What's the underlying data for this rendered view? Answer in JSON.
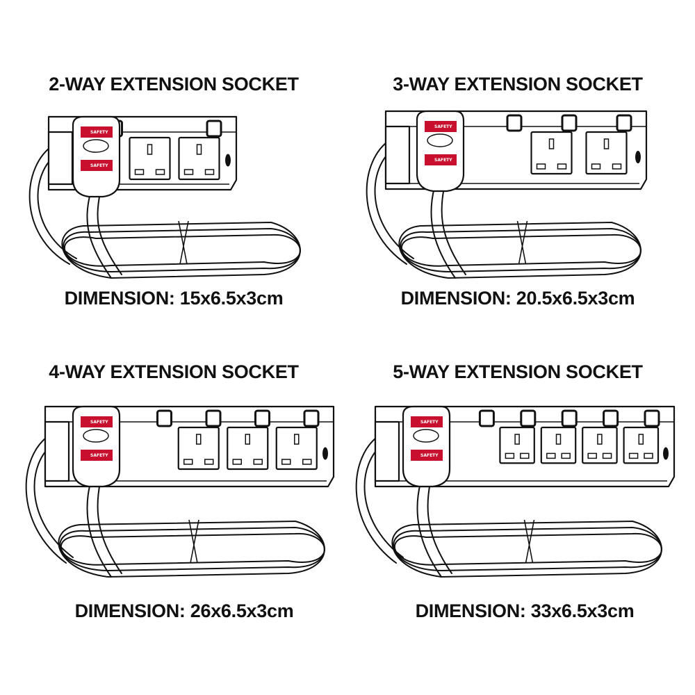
{
  "products": [
    {
      "id": "2way",
      "title": "2-WAY EXTENSION SOCKET",
      "dimension": "DIMENSION: 15x6.5x3cm",
      "sockets": 2,
      "sticker_top": "SAFETY",
      "sticker_bottom": "SAFETY"
    },
    {
      "id": "3way",
      "title": "3-WAY EXTENSION SOCKET",
      "dimension": "DIMENSION: 20.5x6.5x3cm",
      "sockets": 3,
      "sticker_top": "SAFETY",
      "sticker_bottom": "SAFETY"
    },
    {
      "id": "4way",
      "title": "4-WAY EXTENSION SOCKET",
      "dimension": "DIMENSION: 26x6.5x3cm",
      "sockets": 4,
      "sticker_top": "SAFETY",
      "sticker_bottom": "SAFETY"
    },
    {
      "id": "5way",
      "title": "5-WAY EXTENSION SOCKET",
      "dimension": "DIMENSION: 33x6.5x3cm",
      "sockets": 5,
      "sticker_top": "SAFETY",
      "sticker_bottom": "SAFETY"
    }
  ],
  "colors": {
    "line": "#111111",
    "sticker": "#c8102e",
    "background": "#ffffff"
  }
}
